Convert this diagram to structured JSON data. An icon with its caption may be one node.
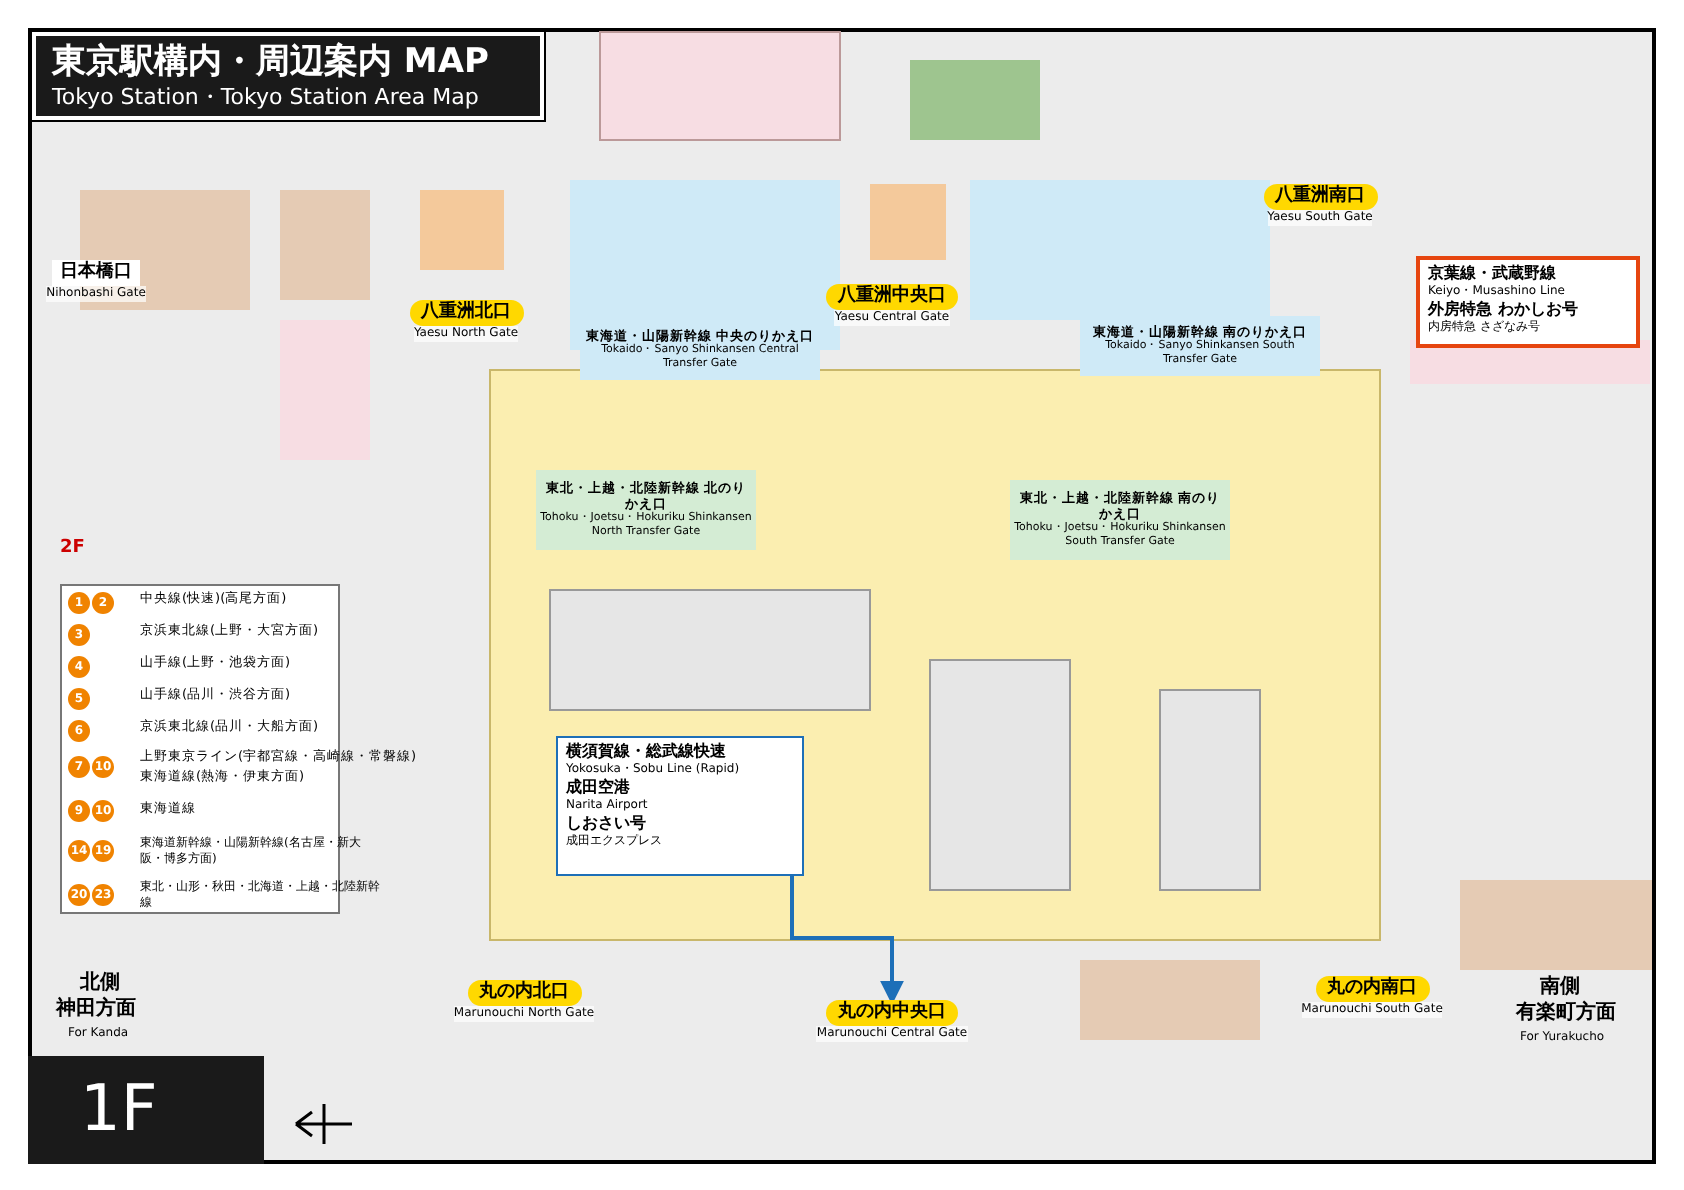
{
  "diagram": {
    "nodes": [
      {
        "text": [
          "東京駅構内・周辺案内 MAP",
          "Tokyo Station・Tokyo Station Area Map"
        ]
      },
      {
        "text": [
          "八重洲北口",
          "Yaesu North Gate"
        ]
      },
      {
        "text": [
          "八重洲中央口",
          "Yaesu Central Gate"
        ]
      },
      {
        "text": [
          "八重洲南口",
          "Yaesu South Gate"
        ]
      },
      {
        "text": [
          "東海道・山陽新幹線 中央のりかえ口",
          "Tokaido・Sanyo Shinkansen Central Transfer Gate"
        ]
      },
      {
        "text": [
          "東北・上越・北陸新幹線 北のりかえ口",
          "Tohoku・Joetsu・Hokuriku Shinkansen North Transfer Gate"
        ]
      },
      {
        "text": [
          "東海道・山陽新幹線 南のりかえ口",
          "Tokaido・Sanyo Shinkansen South Transfer Gate"
        ]
      },
      {
        "text": [
          "東北・上越・北陸新幹線 南のりかえ口",
          "Tohoku・Joetsu・Hokuriku Shinkansen South Transfer Gate"
        ]
      },
      {
        "text": [
          "日本橋口",
          "Nihonbashi Gate"
        ]
      },
      {
        "text": [
          "横須賀線・総武線快速",
          "Yokosuka・Sobu Line (Rapid)",
          "成田空港",
          "Narita Airport",
          "しおさい号",
          "成田エクスプレス"
        ]
      },
      {
        "text": [
          "京葉線・武蔵野線",
          "Keiyo・Musashino Line",
          "外房特急 わかしお号",
          "内房特急 さざなみ号"
        ]
      },
      {
        "text": [
          "丸の内北口",
          "Marunouchi North Gate"
        ]
      },
      {
        "text": [
          "丸の内中央口",
          "Marunouchi Central Gate"
        ]
      },
      {
        "text": [
          "丸の内南口",
          "Marunouchi South Gate"
        ]
      }
    ],
    "edges": [
      {
        "from": 9,
        "to": 12,
        "arrow": "to",
        "color": "#1d6fb8"
      }
    ],
    "labels": [
      "2F",
      "1",
      "2",
      "中央線(快速)(高尾方面)",
      "3",
      "京浜東北線(上野・大宮方面)",
      "4",
      "山手線(上野・池袋方面)",
      "5",
      "山手線(品川・渋谷方面)",
      "6",
      "京浜東北線(品川・大船方面)",
      "7",
      "10",
      "上野東京ライン(宇都宮線・高崎線・常磐線)",
      "東海道線(熱海・伊東方面)",
      "9",
      "10",
      "東海道線",
      "14",
      "19",
      "東海道新幹線・山陽新幹線(名古屋・新大阪・博多方面)",
      "20",
      "23",
      "東北・山形・秋田・北海道・上越・北陸新幹線",
      "北側",
      "神田方面",
      "For Kanda",
      "南側",
      "有楽町方面",
      "For Yurakucho",
      "1F"
    ]
  }
}
